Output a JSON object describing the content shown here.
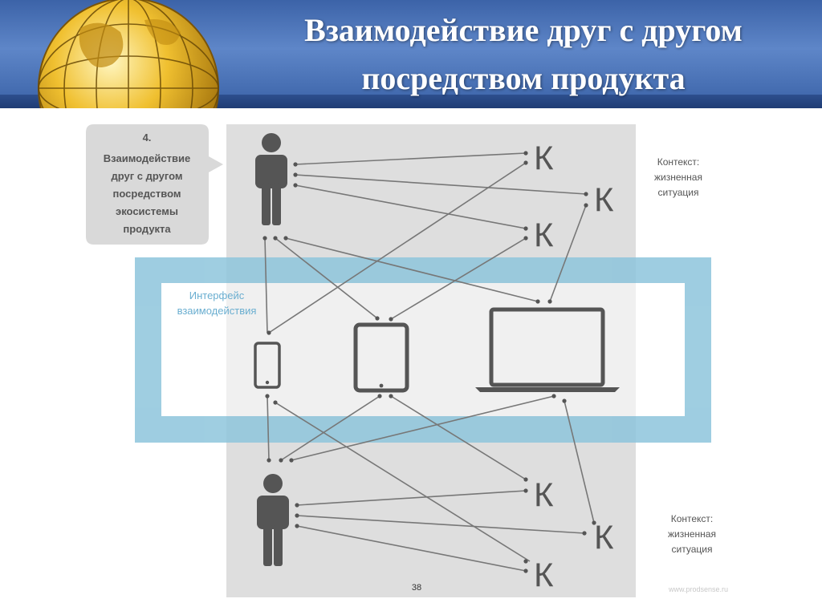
{
  "slide": {
    "title_line1": "Взаимодействие друг с другом",
    "title_line2": "посредством продукта"
  },
  "diagram": {
    "callout": {
      "number": "4.",
      "line1": "Взаимодействие",
      "line2": "друг с другом",
      "line3": "посредством",
      "line4": "экосистемы",
      "line5": "продукта"
    },
    "interface_label_line1": "Интерфейс",
    "interface_label_line2": "взаимодействия",
    "context_label_line1": "Контекст:",
    "context_label_line2": "жизненная",
    "context_label_line3": "ситуация",
    "k_letter": "К",
    "page_number": "38",
    "watermark": "www.prodsense.ru"
  },
  "colors": {
    "header_blue": "#4a72b8",
    "header_band": "#2d4f8e",
    "panel_gray": "#dedede",
    "interface_blue": "#8ec5dc",
    "icon_gray": "#555555",
    "line_gray": "#777777"
  },
  "icons": [
    "globe-icon",
    "person-icon",
    "smartphone-icon",
    "tablet-icon",
    "laptop-icon"
  ]
}
